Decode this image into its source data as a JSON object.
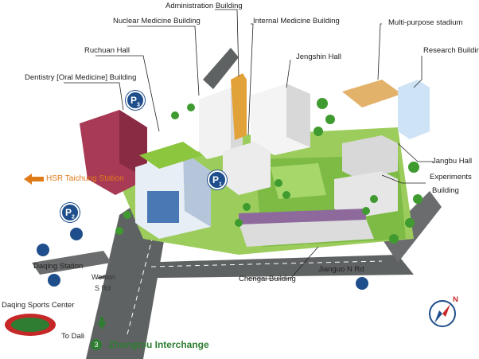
{
  "labels": {
    "administration": "Administration Building",
    "nuclear_medicine": "Nuclear Medicine Building",
    "internal_medicine": "Internal Medicine Building",
    "multipurpose": "Multi-purpose stadium",
    "research": "Research Building",
    "ruchuan": "Ruchuan Hall",
    "jengshin": "Jengshin Hall",
    "dentistry": "Dentistry [Oral Medicine] Building",
    "jangbu": "Jangbu Hall",
    "experiments_1": "Experiments",
    "experiments_2": "Building",
    "chengai": "Chengai Building",
    "hsr": "HSR Taichung Station",
    "daqing_station": "Daqing Station",
    "daqing_sports": "Daqing Sports Center",
    "to_dali": "To Dali",
    "zhongtou": "Zhongtou Interchange",
    "wenxin_1": "Wenxin",
    "wenxin_2": "S Rd",
    "jianguo": "Jianguo N Rd"
  },
  "parking": {
    "p1": "P",
    "p1_sub": "1",
    "p2": "P",
    "p2_sub": "2",
    "p3": "P",
    "p3_sub": "3"
  },
  "route_badge": "3",
  "compass": {
    "north": "N"
  },
  "colors": {
    "road": "#5f6263",
    "grass": "#8cc63f",
    "tree": "#3f9b2f",
    "parking_blue": "#1f4e8c",
    "hsr_orange": "#e07b1a",
    "interchange_green": "#2e7d32",
    "track_red": "#c62828"
  }
}
